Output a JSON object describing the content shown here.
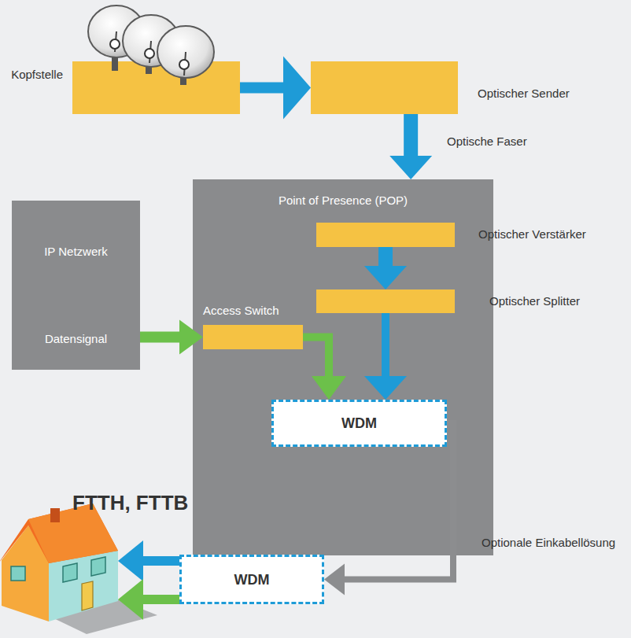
{
  "diagram": {
    "nodes": [
      {
        "text": [
          "Kopfstelle"
        ]
      },
      {
        "text": [
          "Optischer Sender"
        ]
      },
      {
        "text": [
          "Point of Presence (POP)"
        ]
      },
      {
        "text": [
          "Optischer Verstärker"
        ],
        "in": 2
      },
      {
        "text": [
          "Optischer Splitter"
        ],
        "in": 2
      },
      {
        "text": [
          "IP Netzwerk",
          "Datensignal"
        ]
      },
      {
        "text": [
          "Access Switch"
        ],
        "in": 2
      },
      {
        "text": [
          "WDM"
        ],
        "in": 2
      },
      {
        "text": [
          "WDM"
        ]
      },
      {
        "text": [
          "FTTH, FTTB"
        ]
      }
    ],
    "edges": [
      {
        "from": 0,
        "to": 1,
        "arrow": "to"
      },
      {
        "from": 1,
        "to": 2,
        "arrow": "to",
        "label": "Optische Faser"
      },
      {
        "from": 3,
        "to": 4,
        "arrow": "to"
      },
      {
        "from": 5,
        "to": 6,
        "arrow": "to"
      },
      {
        "from": 6,
        "to": 7,
        "arrow": "to"
      },
      {
        "from": 4,
        "to": 7,
        "arrow": "to"
      },
      {
        "from": 7,
        "to": 8,
        "arrow": "to",
        "label": "Optionale Einkabellösung"
      },
      {
        "from": 8,
        "to": 9,
        "arrow": "to"
      },
      {
        "from": 8,
        "to": 9,
        "arrow": "to"
      }
    ]
  }
}
